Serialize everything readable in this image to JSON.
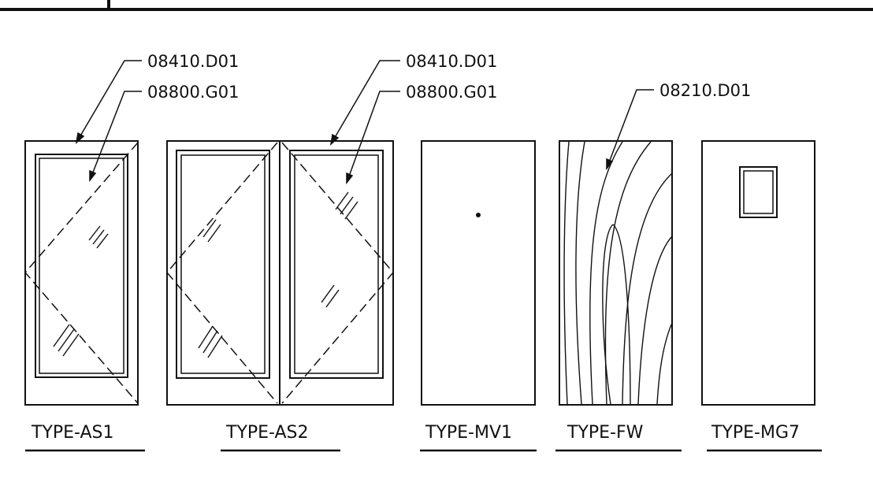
{
  "callouts": {
    "as1_frame": "08410.D01",
    "as1_glass": "08800.G01",
    "as2_frame": "08410.D01",
    "as2_glass": "08800.G01",
    "fw_door": "08210.D01"
  },
  "door_types": [
    {
      "label": "TYPE-AS1"
    },
    {
      "label": "TYPE-AS2"
    },
    {
      "label": "TYPE-MV1"
    },
    {
      "label": "TYPE-FW"
    },
    {
      "label": "TYPE-MG7"
    }
  ],
  "colors": {
    "line": "#111111",
    "background": "#ffffff"
  }
}
